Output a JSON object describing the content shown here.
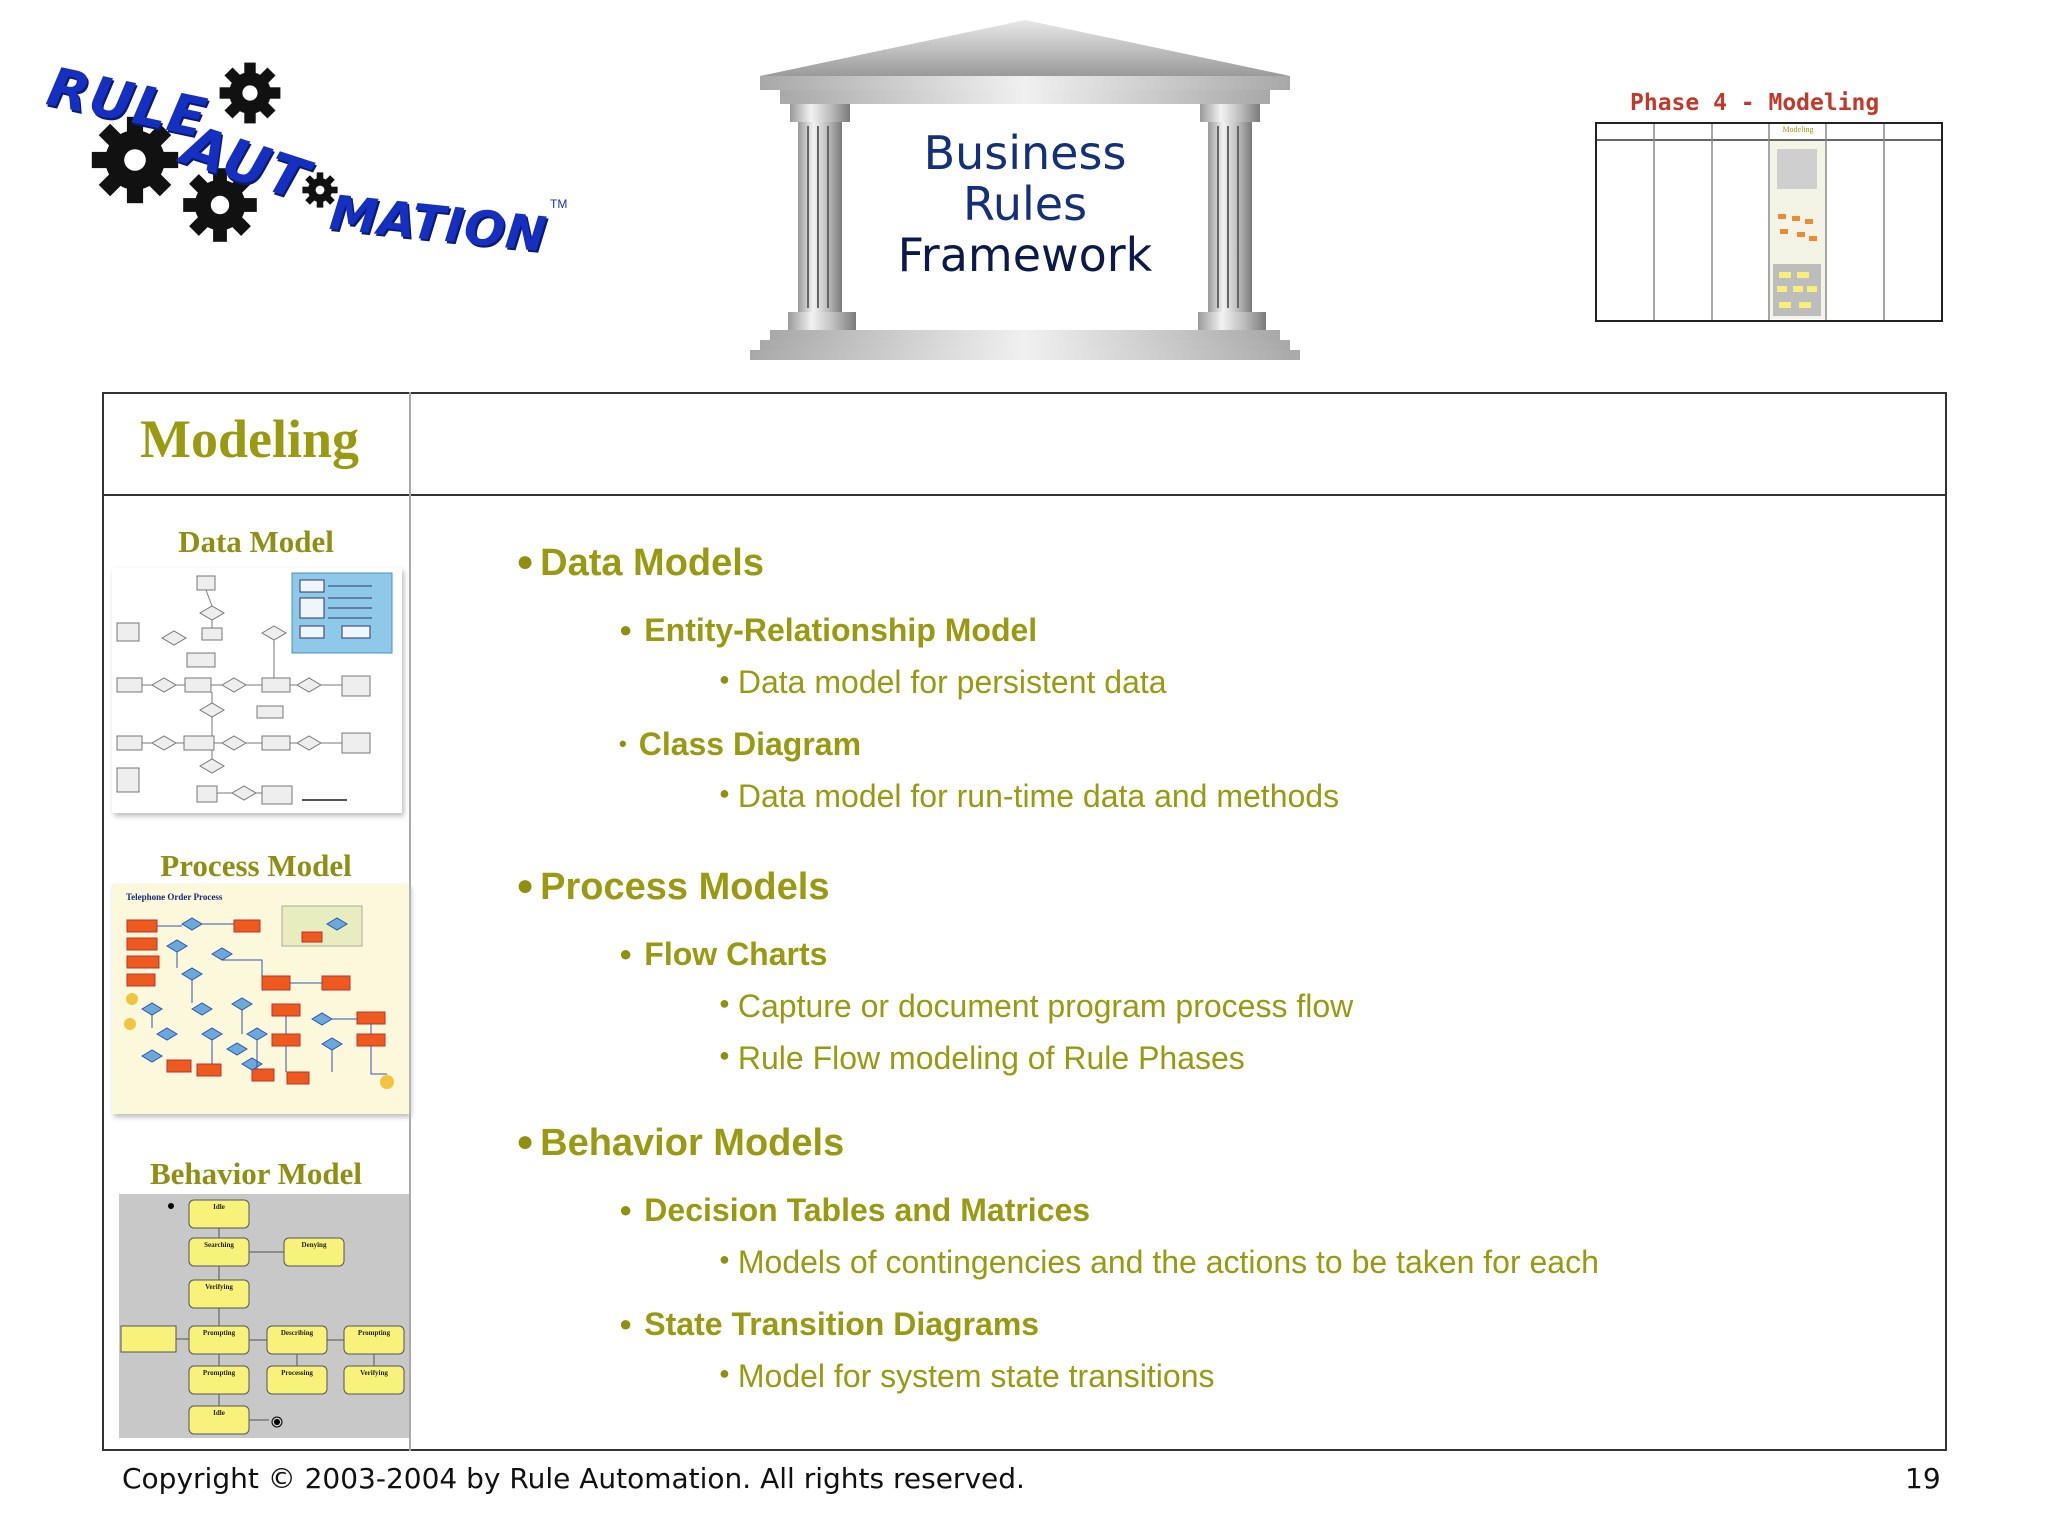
{
  "logo": {
    "line1": "RULE",
    "line2": "AUT",
    "line3": "MATION",
    "tm": "TM"
  },
  "header": {
    "title_line1": "Business",
    "title_line2": "Rules",
    "title_line3": "Framework",
    "phase_label": "Phase 4 - Modeling",
    "phase_thumb_label": "Modeling"
  },
  "section": {
    "title": "Modeling"
  },
  "sidebar": {
    "data_model_label": "Data Model",
    "process_model_label": "Process Model",
    "behavior_model_label": "Behavior Model",
    "process_thumb_title": "Telephone Order Process",
    "behavior_states": [
      "Idle",
      "Searching",
      "Denying",
      "Verifying",
      "Prompting",
      "Describing",
      "Prompting",
      "Prompting",
      "Processing",
      "Verifying",
      "Idle"
    ]
  },
  "content": {
    "data_models": "Data Models",
    "er_model": "Entity-Relationship Model",
    "er_desc": "Data model for persistent data",
    "class_diagram": "Class Diagram",
    "class_desc": "Data model for run-time data and methods",
    "process_models": "Process Models",
    "flow_charts": "Flow Charts",
    "flow_desc1": "Capture or document program process flow",
    "flow_desc2": "Rule Flow modeling of Rule Phases",
    "behavior_models": "Behavior Models",
    "decision_tables": "Decision Tables and Matrices",
    "decision_desc": "Models of contingencies and the actions to be taken for each",
    "state_diagrams": "State Transition Diagrams",
    "state_desc": "Model for system state transitions"
  },
  "footer": {
    "copyright": "Copyright © 2003-2004 by Rule Automation. All rights reserved.",
    "page_number": "19"
  },
  "colors": {
    "olive": "#9a9a12",
    "logo_blue": "#1530c0",
    "temple_text": "#14307a",
    "phase_red": "#c0392b"
  }
}
